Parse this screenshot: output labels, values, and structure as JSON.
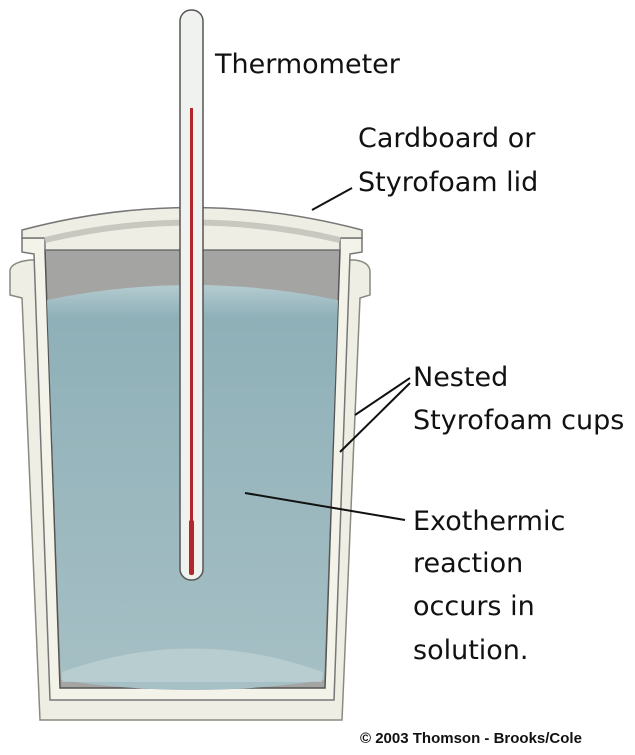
{
  "labels": {
    "thermometer": "Thermometer",
    "lid_line1": "Cardboard or",
    "lid_line2": "Styrofoam lid",
    "cups_line1": "Nested",
    "cups_line2": "Styrofoam cups",
    "reaction_line1": "Exothermic",
    "reaction_line2": "reaction",
    "reaction_line3": "occurs in",
    "reaction_line4": "solution."
  },
  "copyright": "© 2003 Thomson - Brooks/Cole",
  "colors": {
    "styrofoam": "#eeeee4",
    "solution": "#8fb0b8",
    "air_gap": "#a4a4a2",
    "mercury": "#b3262a"
  }
}
